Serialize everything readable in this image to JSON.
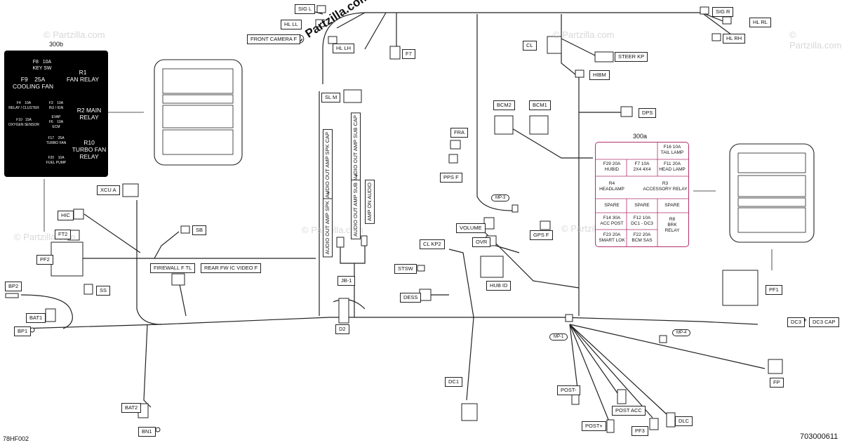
{
  "watermarks": [
    "© Partzilla.com",
    "© Partzilla.com",
    "© Partzilla.com",
    "© Partzilla.com",
    "© Partzilla.com",
    "© Partzilla.com"
  ],
  "logo": "© Partzilla.com",
  "fusebox_300b": {
    "title": "300b",
    "cells": {
      "f8": "F8",
      "f8_amp": "10A",
      "f8_desc": "KEY SW",
      "f9": "F9",
      "f9_amp": "25A",
      "f9_desc": "COOLING FAN",
      "r1": "R1",
      "r1_desc": "FAN RELAY",
      "f4": "F4",
      "f4_amp": "10A",
      "f4_desc": "RELAY / CLUSTER",
      "f3": "F3",
      "f3_amp": "10A",
      "f3_desc": "INJ / IGN",
      "r2": "R2 MAIN",
      "r2_desc": "RELAY",
      "f10": "F10",
      "f10_amp": "15A",
      "f10_desc": "OXYGEN SENSOR",
      "evap": "EVAP",
      "f6": "F6",
      "f6_amp": "10A",
      "f6_desc": "ECM",
      "f17": "F17",
      "f17_amp": "25A",
      "f17_desc": "TURBO FAN",
      "r10": "R10",
      "r10_desc": "TURBO FAN",
      "r10_desc2": "RELAY",
      "f20": "F20",
      "f20_amp": "10A",
      "f20_desc": "FUEL PUMP"
    }
  },
  "fusebox_300a": {
    "title": "300a",
    "cells": {
      "f16": "F16   10A",
      "f16_desc": "TAIL LAMP",
      "f29": "F29   20A",
      "f29_desc": "HUBID",
      "f7": "F7   10A",
      "f7_desc": "2X4 4X4",
      "f11": "F11   20A",
      "f11_desc": "HEAD LAMP",
      "r4": "R4",
      "r4_desc": "HEADLAMP",
      "r3": "R3",
      "r3_desc": "ACCESSORY RELAY",
      "spare1": "SPARE",
      "spare2": "SPARE",
      "spare3": "SPARE",
      "f14": "F14   30A",
      "f14_desc": "ACC POST",
      "f12": "F12   10A",
      "f12_desc": "DC1 - DC3",
      "r8": "R8",
      "r8_desc": "BRK",
      "r8_desc2": "RELAY",
      "f23": "F23   20A",
      "f23_desc": "SMART LOK",
      "f22": "F22   20A",
      "f22_desc": "BCM SAS"
    }
  },
  "connectors": {
    "sig_l": "SIG L",
    "hl_ll": "HL LL",
    "front_camera_f": "FRONT CAMERA F",
    "hl_lh": "HL LH",
    "f7": "F7",
    "sig_r": "SIG R",
    "hl_rl": "HL RL",
    "hl_rh": "HL RH",
    "cl": "CL",
    "steer_kp": "STEER KP",
    "hibm": "HIBM",
    "sl_m": "SL M",
    "dps": "DPS",
    "bcm2": "BCM2",
    "bcm1": "BCM1",
    "fra": "FRA",
    "pps_f": "PPS F",
    "xcu_a": "XCU A",
    "sb": "SB",
    "hic": "HIC",
    "ft2": "FT2",
    "pf2": "PF2",
    "bp2": "BP2",
    "ss": "SS",
    "bat1": "BAT1",
    "bp1": "BP1",
    "firewall_f_tl": "FIREWALL F TL",
    "rear_fw_ic_video_f": "REAR FW IC VIDEO F",
    "jb1": "JB-1",
    "d2": "D2",
    "volume": "VOLUME",
    "cl_kp2": "CL KP2",
    "ovr": "OVR",
    "stsw": "STSW",
    "hub_id": "HUB ID",
    "dess": "DESS",
    "gps_f": "GPS F",
    "pf1": "PF1",
    "dc3": "DC3",
    "dc3_cap": "DC3 CAP",
    "fp": "FP",
    "dc1": "DC1",
    "post_minus": "POST-",
    "post_acc": "POST ACC",
    "post_plus": "POST+",
    "pf3": "PF3",
    "dlc": "DLC",
    "bat2": "BAT2",
    "bn1": "BN1"
  },
  "splices": {
    "mp3": "MP-3",
    "mp1": "MP-1",
    "mp4": "MP-4"
  },
  "audio_labels": {
    "spk_cap": "AUDIO OUT AMP SPK CAP",
    "sub_cap": "AUDIO OUT AMP SUB CAP",
    "spk": "AUDIO OUT AMP SPK",
    "sub": "AUDIO OUT AMP SUB",
    "on_audio": "AMP ON AUDIO",
    "plus": "+"
  },
  "dc3_plus": "+",
  "corner": {
    "left": "78HF002",
    "right": "703000611"
  }
}
